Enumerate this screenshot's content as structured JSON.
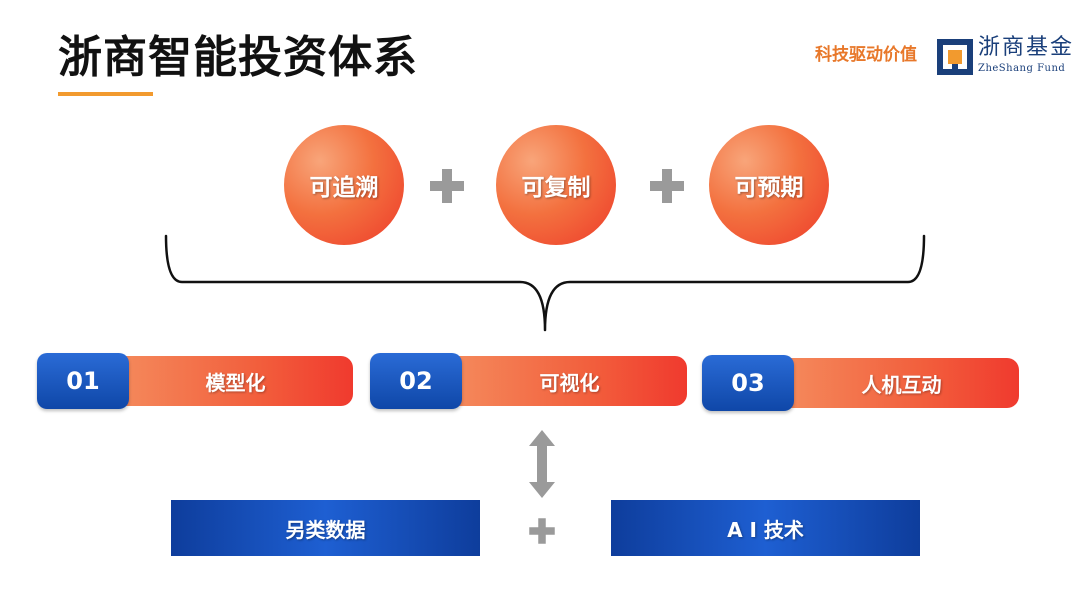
{
  "header": {
    "title": "浙商智能投资体系",
    "slogan": "科技驱动价值",
    "logo_cn": "浙商基金",
    "logo_en": "ZheShang Fund"
  },
  "colors": {
    "accent_orange": "#f29a2e",
    "circle_red": "#ee3a2a",
    "brand_blue": "#0e3d9c"
  },
  "principles": [
    {
      "label": "可追溯"
    },
    {
      "label": "可复制"
    },
    {
      "label": "可预期"
    }
  ],
  "capabilities": [
    {
      "number": "01",
      "label": "模型化"
    },
    {
      "number": "02",
      "label": "可视化"
    },
    {
      "number": "03",
      "label": "人机互动"
    }
  ],
  "foundations": [
    {
      "label": "另类数据"
    },
    {
      "label": "A I 技术"
    }
  ],
  "icons": [
    "plus-icon",
    "brace-icon",
    "double-arrow-icon",
    "logo-mark-icon"
  ]
}
